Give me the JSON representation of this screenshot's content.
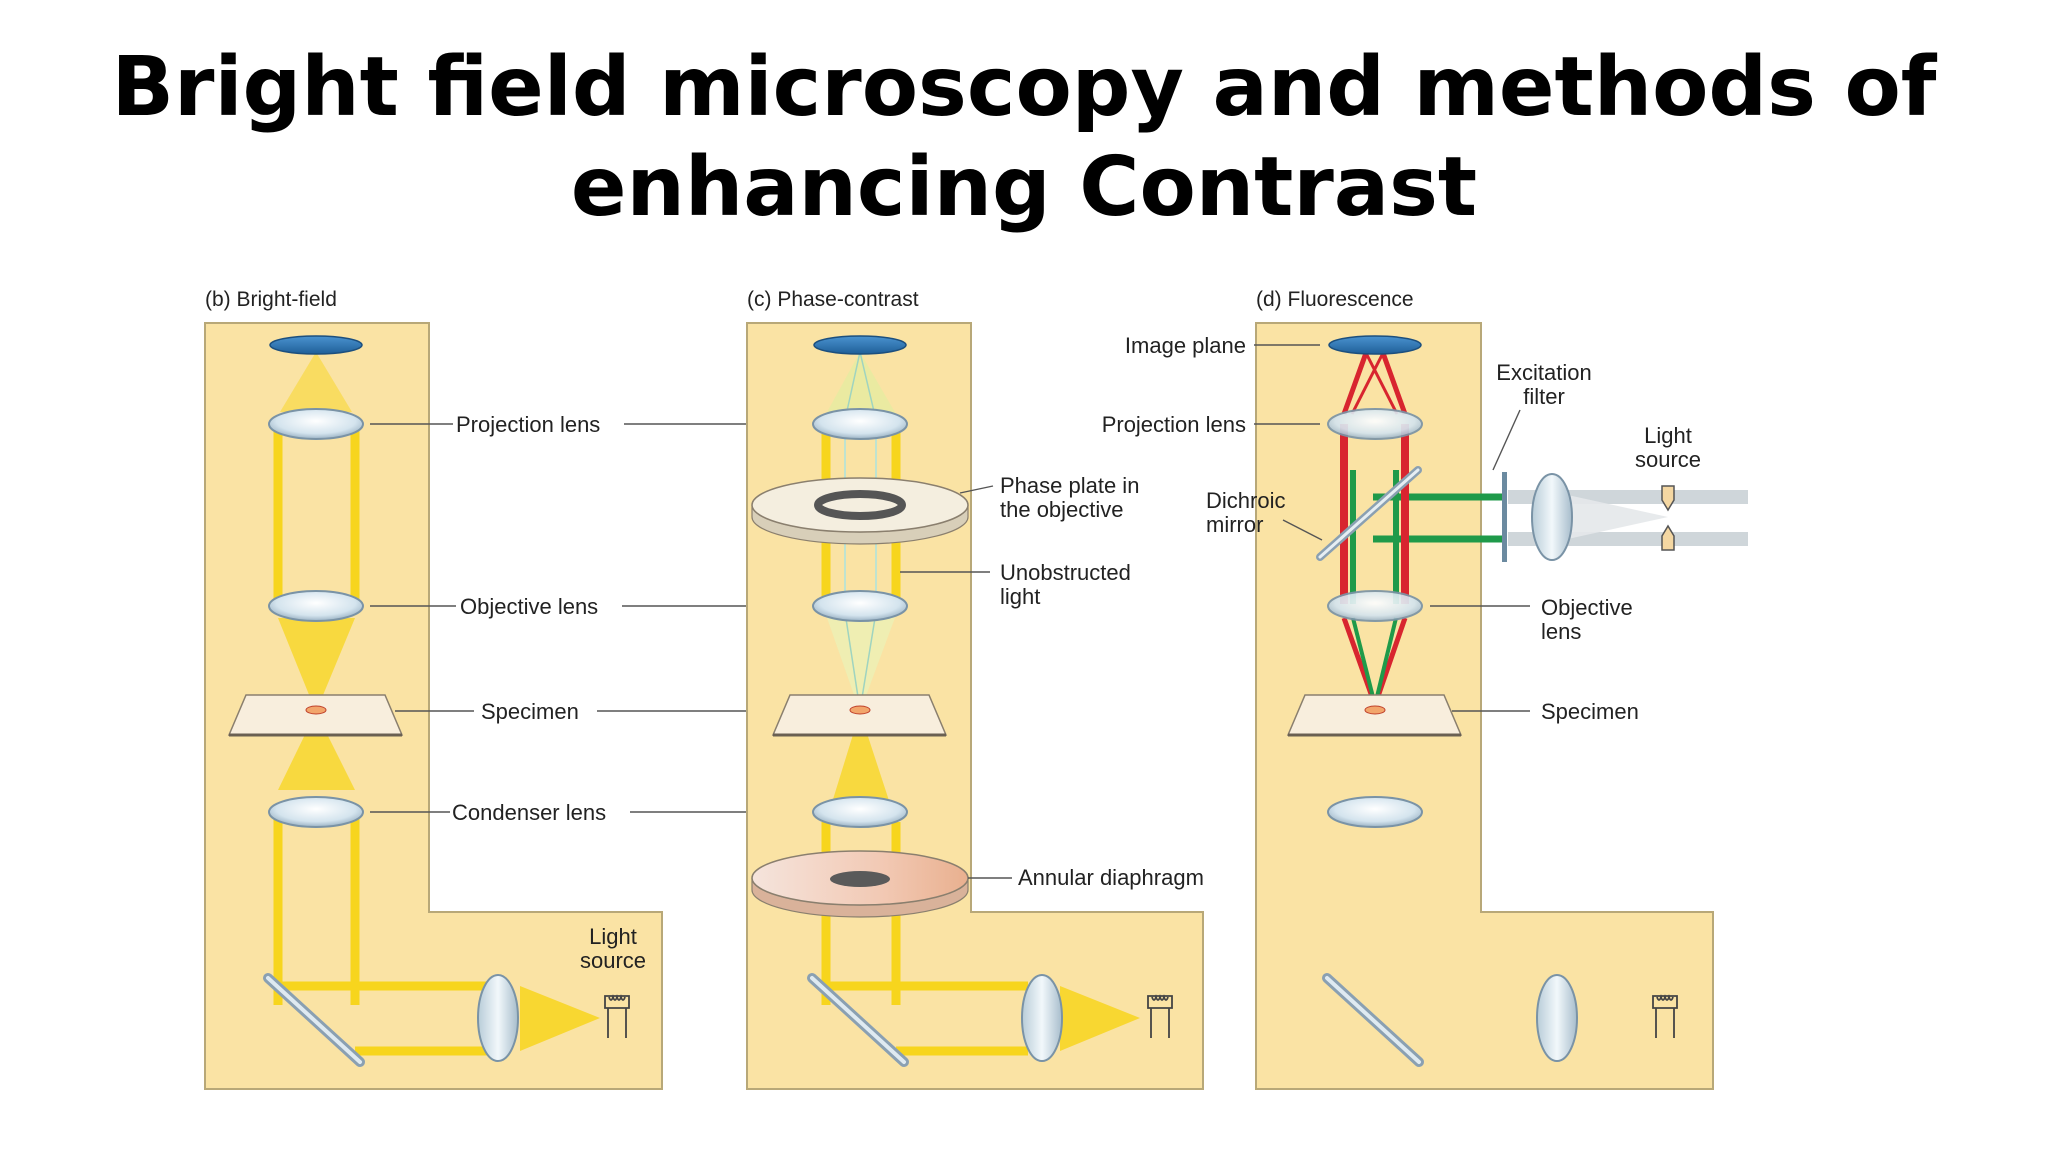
{
  "slide": {
    "title_line1": "Bright field microscopy and methods of",
    "title_line2": "enhancing Contrast"
  },
  "panels": {
    "bright_field": {
      "title": "(b) Bright-field",
      "projection_lens": "Projection lens",
      "objective_lens": "Objective lens",
      "specimen": "Specimen",
      "condenser_lens": "Condenser lens",
      "light_source_1": "Light",
      "light_source_2": "source"
    },
    "phase_contrast": {
      "title": "(c) Phase-contrast",
      "phase_plate_1": "Phase plate in",
      "phase_plate_2": "the objective",
      "unobstructed_1": "Unobstructed",
      "unobstructed_2": "light",
      "annular_diaphragm": "Annular diaphragm"
    },
    "fluorescence": {
      "title": "(d) Fluorescence",
      "image_plane": "Image plane",
      "projection_lens": "Projection lens",
      "excitation_filter_1": "Excitation",
      "excitation_filter_2": "filter",
      "light_source_1": "Light",
      "light_source_2": "source",
      "dichroic_mirror_1": "Dichroic",
      "dichroic_mirror_2": "mirror",
      "objective_lens_1": "Objective",
      "objective_lens_2": "lens",
      "specimen": "Specimen"
    }
  },
  "colors": {
    "panel_fill": "#fae3a4",
    "light_beam": "#f7d51d",
    "lens_fill": "#d8e8f0",
    "image_plane": "#2e78b8",
    "excitation_beam": "#1f9a4a",
    "emission_beam": "#d8252f"
  }
}
